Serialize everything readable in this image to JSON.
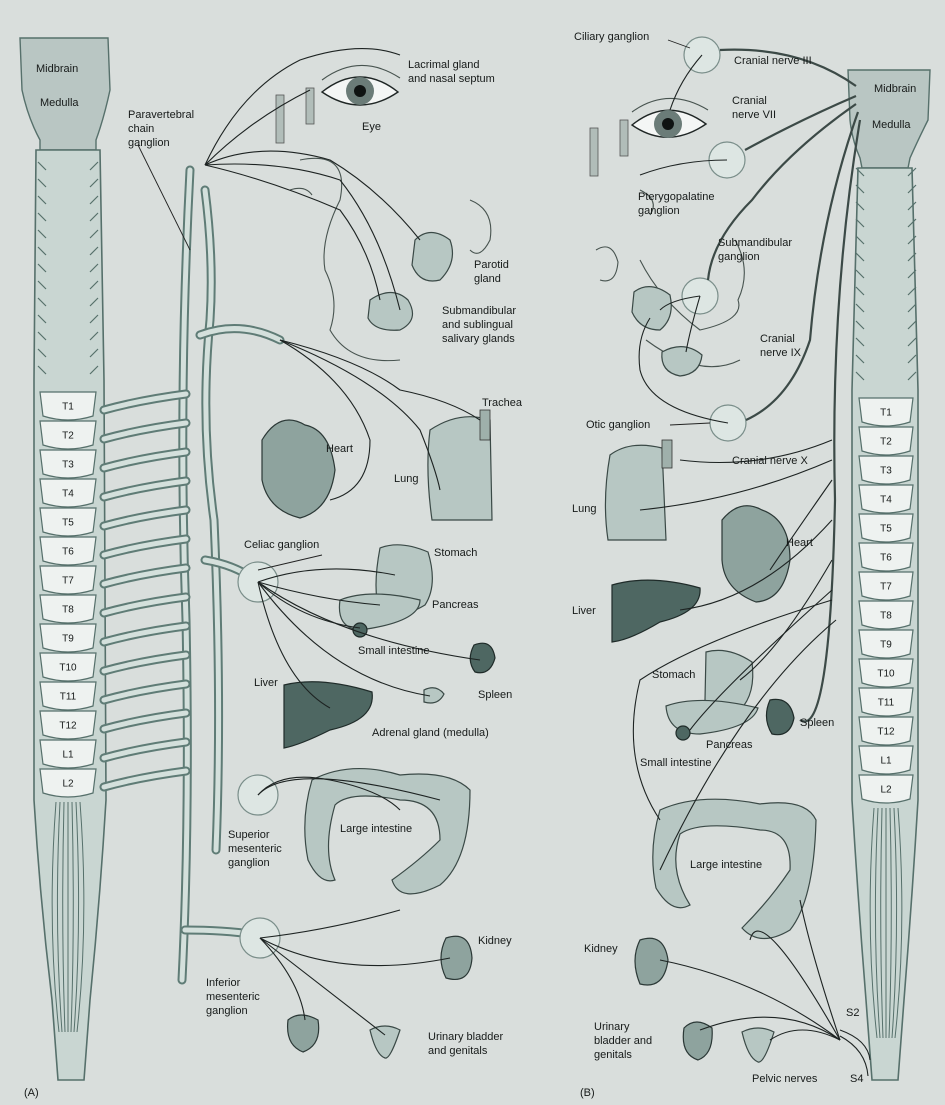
{
  "panel_a": {
    "panel_label": "(A)",
    "brain_labels": {
      "midbrain": "Midbrain",
      "medulla": "Medulla"
    },
    "segments": [
      "T1",
      "T2",
      "T3",
      "T4",
      "T5",
      "T6",
      "T7",
      "T8",
      "T9",
      "T10",
      "T11",
      "T12",
      "L1",
      "L2"
    ],
    "labels": {
      "paravertebral": [
        "Paravertebral",
        "chain",
        "ganglion"
      ],
      "lacrimal": [
        "Lacrimal gland",
        "and nasal septum"
      ],
      "eye": "Eye",
      "parotid": [
        "Parotid",
        "gland"
      ],
      "submandibular": [
        "Submandibular",
        "and sublingual",
        "salivary glands"
      ],
      "trachea": "Trachea",
      "heart": "Heart",
      "lung": "Lung",
      "celiac": "Celiac ganglion",
      "stomach": "Stomach",
      "pancreas": "Pancreas",
      "small_intestine": "Small intestine",
      "liver": "Liver",
      "spleen": "Spleen",
      "adrenal": "Adrenal gland (medulla)",
      "superior_mesenteric": [
        "Superior",
        "mesenteric",
        "ganglion"
      ],
      "large_intestine": "Large intestine",
      "kidney": "Kidney",
      "inferior_mesenteric": [
        "Inferior",
        "mesenteric",
        "ganglion"
      ],
      "bladder": [
        "Urinary bladder",
        "and genitals"
      ]
    }
  },
  "panel_b": {
    "panel_label": "(B)",
    "brain_labels": {
      "midbrain": "Midbrain",
      "medulla": "Medulla"
    },
    "segments": [
      "T1",
      "T2",
      "T3",
      "T4",
      "T5",
      "T6",
      "T7",
      "T8",
      "T9",
      "T10",
      "T11",
      "T12",
      "L1",
      "L2"
    ],
    "sacral": {
      "s2": "S2",
      "s4": "S4"
    },
    "labels": {
      "ciliary": "Ciliary ganglion",
      "cn3": "Cranial nerve III",
      "cn7": [
        "Cranial",
        "nerve VII"
      ],
      "pterygopalatine": [
        "Pterygopalatine",
        "ganglion"
      ],
      "submandibular_ganglion": [
        "Submandibular",
        "ganglion"
      ],
      "cn9": [
        "Cranial",
        "nerve IX"
      ],
      "otic": "Otic ganglion",
      "cn10": "Cranial nerve X",
      "lung": "Lung",
      "heart": "Heart",
      "liver": "Liver",
      "stomach": "Stomach",
      "spleen": "Spleen",
      "pancreas": "Pancreas",
      "small_intestine": "Small intestine",
      "large_intestine": "Large intestine",
      "kidney": "Kidney",
      "bladder": [
        "Urinary",
        "bladder and",
        "genitals"
      ],
      "pelvic": "Pelvic nerves"
    }
  }
}
